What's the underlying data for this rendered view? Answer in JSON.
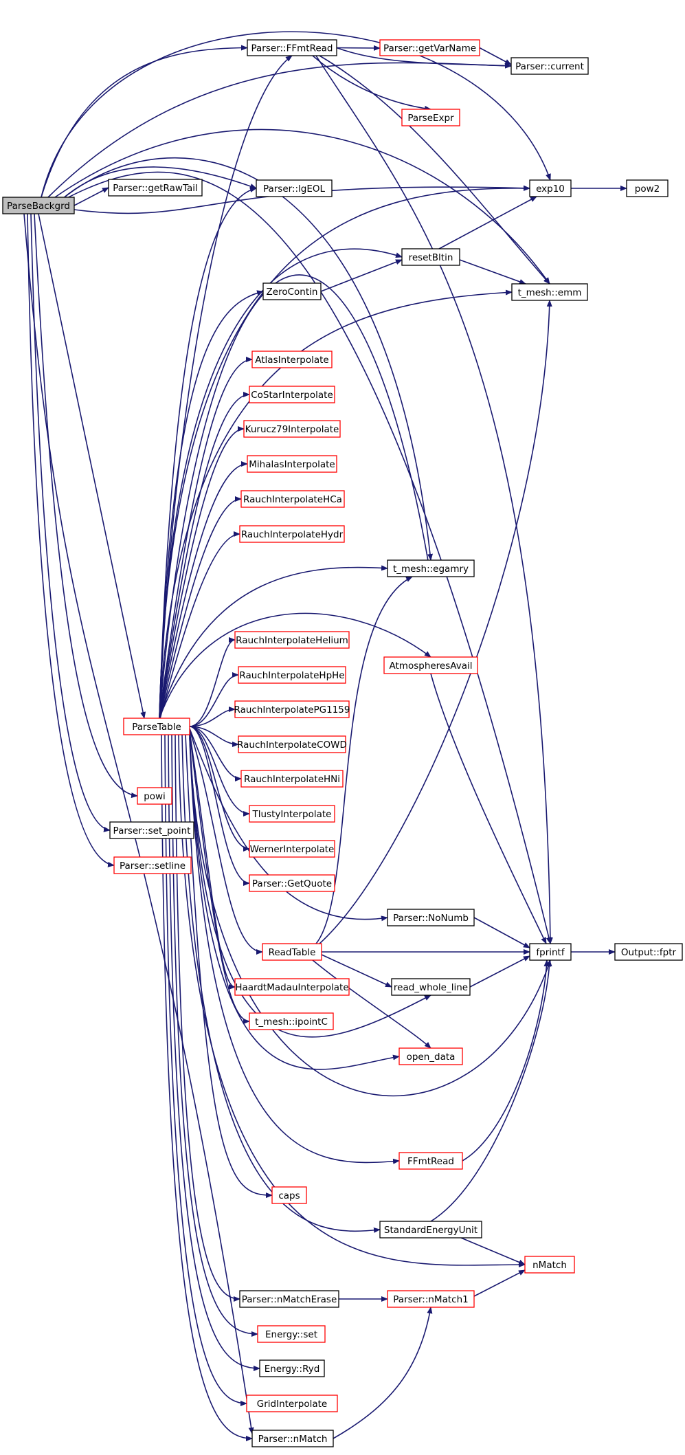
{
  "diagram": {
    "type": "call-graph",
    "colors": {
      "edge": "#191970",
      "documented_border": "#000000",
      "undocumented_border": "#ff0000",
      "root_fill": "#bfbfbf"
    },
    "nodes": [
      {
        "id": "ParseBackgrd",
        "label": "ParseBackgrd",
        "style": "root"
      },
      {
        "id": "FFmtReadP",
        "label": "Parser::FFmtRead",
        "style": "black"
      },
      {
        "id": "getVarName",
        "label": "Parser::getVarName",
        "style": "red"
      },
      {
        "id": "current",
        "label": "Parser::current",
        "style": "black"
      },
      {
        "id": "ParseExpr",
        "label": "ParseExpr",
        "style": "red"
      },
      {
        "id": "getRawTail",
        "label": "Parser::getRawTail",
        "style": "black"
      },
      {
        "id": "lgEOL",
        "label": "Parser::lgEOL",
        "style": "black"
      },
      {
        "id": "exp10",
        "label": "exp10",
        "style": "black"
      },
      {
        "id": "pow2",
        "label": "pow2",
        "style": "black"
      },
      {
        "id": "resetBltin",
        "label": "resetBltin",
        "style": "black"
      },
      {
        "id": "ZeroContin",
        "label": "ZeroContin",
        "style": "black"
      },
      {
        "id": "emm",
        "label": "t_mesh::emm",
        "style": "black"
      },
      {
        "id": "Atlas",
        "label": "AtlasInterpolate",
        "style": "red"
      },
      {
        "id": "CoStar",
        "label": "CoStarInterpolate",
        "style": "red"
      },
      {
        "id": "Kurucz",
        "label": "Kurucz79Interpolate",
        "style": "red"
      },
      {
        "id": "Mihalas",
        "label": "MihalasInterpolate",
        "style": "red"
      },
      {
        "id": "RauchHCa",
        "label": "RauchInterpolateHCa",
        "style": "red"
      },
      {
        "id": "RauchHydr",
        "label": "RauchInterpolateHydr",
        "style": "red"
      },
      {
        "id": "egamry",
        "label": "t_mesh::egamry",
        "style": "black"
      },
      {
        "id": "AtmAvail",
        "label": "AtmospheresAvail",
        "style": "red"
      },
      {
        "id": "RauchHelium",
        "label": "RauchInterpolateHelium",
        "style": "red"
      },
      {
        "id": "RauchHpHe",
        "label": "RauchInterpolateHpHe",
        "style": "red"
      },
      {
        "id": "ParseTable",
        "label": "ParseTable",
        "style": "red"
      },
      {
        "id": "RauchPG1159",
        "label": "RauchInterpolatePG1159",
        "style": "red"
      },
      {
        "id": "RauchCOWD",
        "label": "RauchInterpolateCOWD",
        "style": "red"
      },
      {
        "id": "powi",
        "label": "powi",
        "style": "red"
      },
      {
        "id": "RauchHNi",
        "label": "RauchInterpolateHNi",
        "style": "red"
      },
      {
        "id": "set_point",
        "label": "Parser::set_point",
        "style": "black"
      },
      {
        "id": "Tlusty",
        "label": "TlustyInterpolate",
        "style": "red"
      },
      {
        "id": "setline",
        "label": "Parser::setline",
        "style": "red"
      },
      {
        "id": "Werner",
        "label": "WernerInterpolate",
        "style": "red"
      },
      {
        "id": "GetQuote",
        "label": "Parser::GetQuote",
        "style": "red"
      },
      {
        "id": "NoNumb",
        "label": "Parser::NoNumb",
        "style": "black"
      },
      {
        "id": "ReadTable",
        "label": "ReadTable",
        "style": "red"
      },
      {
        "id": "fprintf",
        "label": "fprintf",
        "style": "black"
      },
      {
        "id": "fptr",
        "label": "Output::fptr",
        "style": "black"
      },
      {
        "id": "Haardt",
        "label": "HaardtMadauInterpolate",
        "style": "red"
      },
      {
        "id": "read_whole_line",
        "label": "read_whole_line",
        "style": "black"
      },
      {
        "id": "ipointC",
        "label": "t_mesh::ipointC",
        "style": "red"
      },
      {
        "id": "open_data",
        "label": "open_data",
        "style": "red"
      },
      {
        "id": "FFmtRead",
        "label": "FFmtRead",
        "style": "red"
      },
      {
        "id": "caps",
        "label": "caps",
        "style": "red"
      },
      {
        "id": "StdEnergyUnit",
        "label": "StandardEnergyUnit",
        "style": "black"
      },
      {
        "id": "nMatch",
        "label": "nMatch",
        "style": "red"
      },
      {
        "id": "nMatchErase",
        "label": "Parser::nMatchErase",
        "style": "black"
      },
      {
        "id": "nMatch1",
        "label": "Parser::nMatch1",
        "style": "red"
      },
      {
        "id": "Eset",
        "label": "Energy::set",
        "style": "red"
      },
      {
        "id": "ERyd",
        "label": "Energy::Ryd",
        "style": "black"
      },
      {
        "id": "GridInterp",
        "label": "GridInterpolate",
        "style": "red"
      },
      {
        "id": "PnMatch",
        "label": "Parser::nMatch",
        "style": "black"
      }
    ]
  }
}
